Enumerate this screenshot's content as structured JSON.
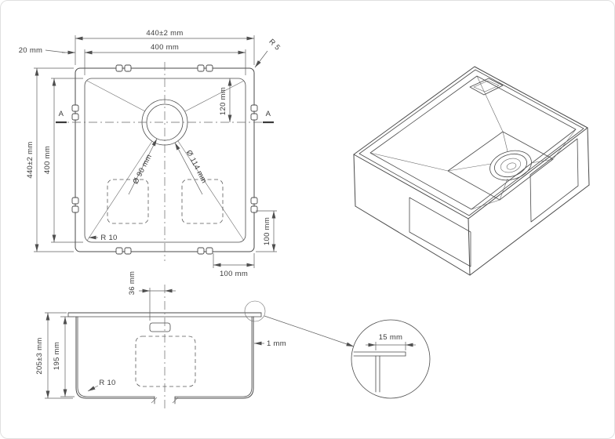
{
  "top_view": {
    "width_outer": "440±2 mm",
    "width_inner": "400 mm",
    "flange": "20 mm",
    "corner_radius": "R 5",
    "height_outer": "440±2 mm",
    "height_inner": "400 mm",
    "section_left": "A",
    "section_right": "A",
    "drain_offset": "120 mm",
    "drain_inner_dia": "Ø 90 mm",
    "drain_outer_dia": "Ø 114 mm",
    "bottom_radius": "R 10",
    "clip_offset_right": "100 mm",
    "clip_offset_bottom": "100 mm"
  },
  "side_view": {
    "drain_offset": "36 mm",
    "height_outer": "205±3 mm",
    "height_inner": "195 mm",
    "bottom_radius": "R 10",
    "wall_thickness": "1 mm"
  },
  "detail_view": {
    "lip_width": "15 mm"
  }
}
